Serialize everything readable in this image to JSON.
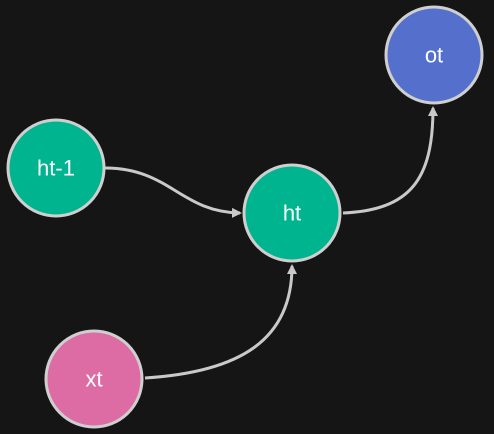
{
  "diagram": {
    "background": "#151515",
    "edge_color": "#c9c9c9",
    "node_border_color": "#cfcfcf",
    "nodes": [
      {
        "id": "ht-1",
        "label": "ht-1",
        "color": "#00b48f"
      },
      {
        "id": "ht",
        "label": "ht",
        "color": "#00b48f"
      },
      {
        "id": "ot",
        "label": "ot",
        "color": "#5470cc"
      },
      {
        "id": "xt",
        "label": "xt",
        "color": "#dd6ba4"
      }
    ],
    "edges": [
      {
        "from": "ht-1",
        "to": "ht"
      },
      {
        "from": "xt",
        "to": "ht"
      },
      {
        "from": "ht",
        "to": "ot"
      }
    ]
  }
}
